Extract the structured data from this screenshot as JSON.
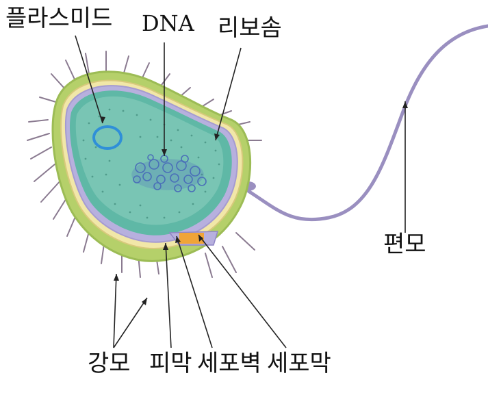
{
  "diagram": {
    "labels": {
      "plasmid": "플라스미드",
      "dna": "DNA",
      "ribosome": "리보솜",
      "flagellum": "편모",
      "pili": "강모",
      "capsule": "피막",
      "cell_wall": "세포벽",
      "cell_membrane": "세포막"
    }
  }
}
